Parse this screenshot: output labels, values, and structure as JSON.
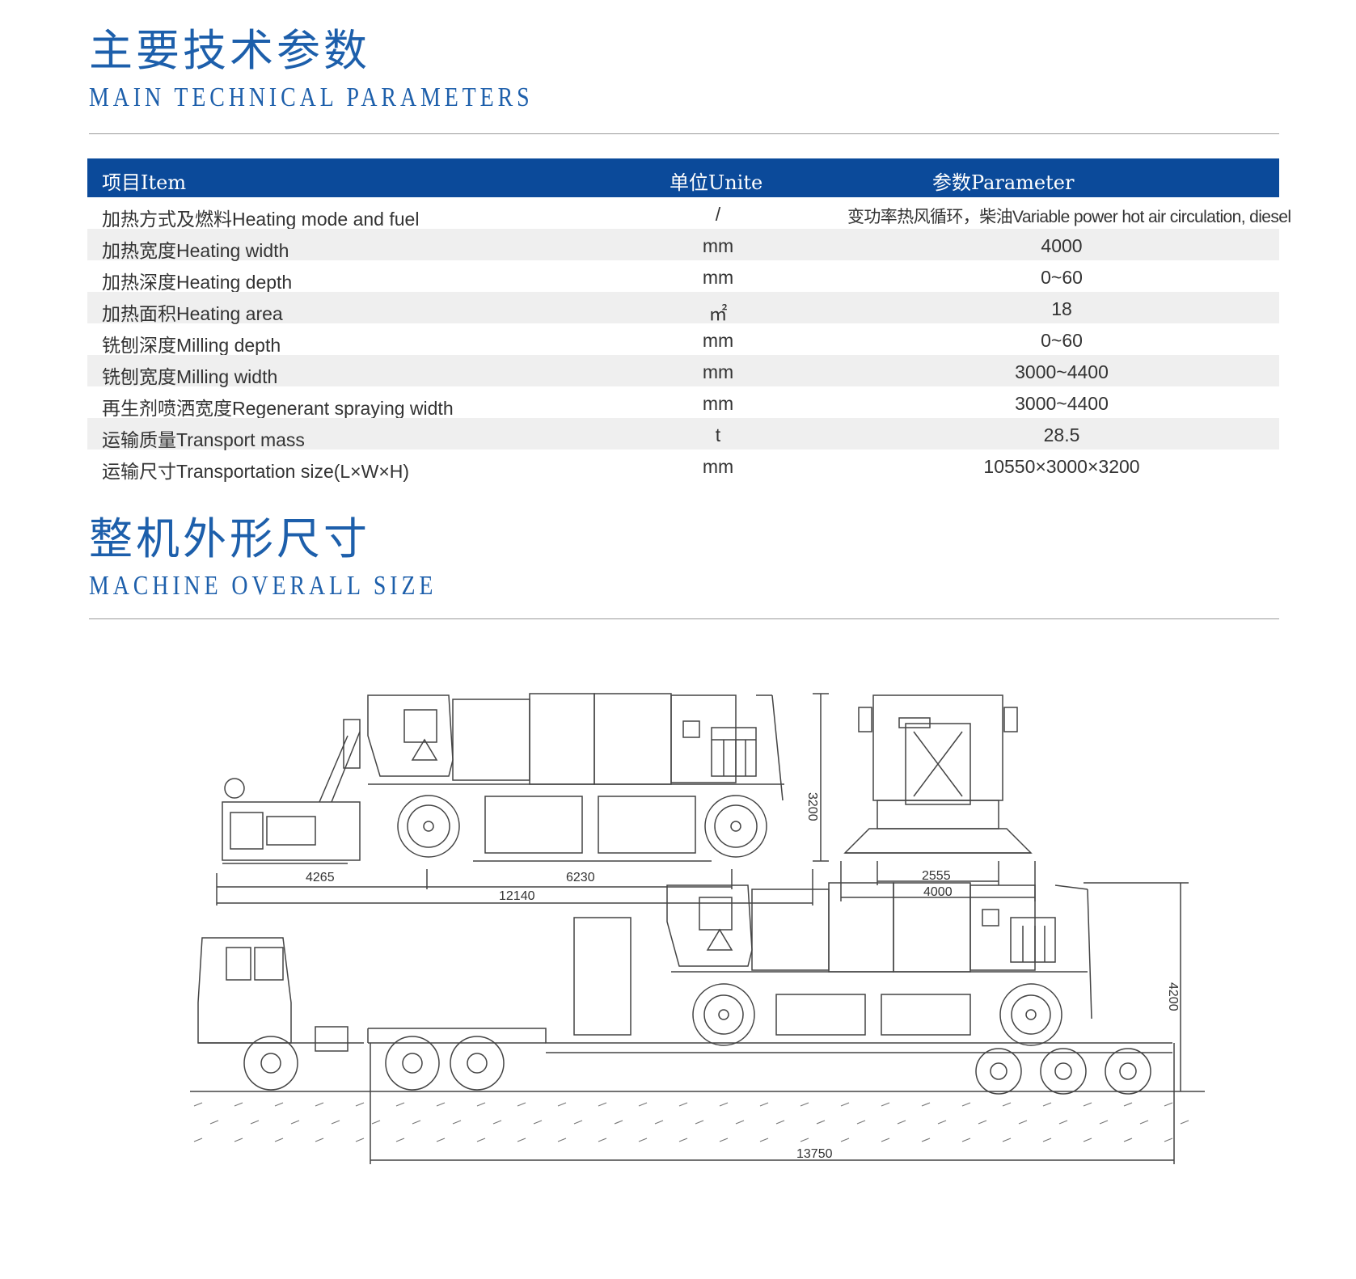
{
  "section1": {
    "title_cn": "主要技术参数",
    "title_en": "MAIN TECHNICAL PARAMETERS"
  },
  "table": {
    "headers": {
      "item": "项目Item",
      "unit": "单位Unite",
      "param": "参数Parameter"
    },
    "rows": [
      {
        "item": "加热方式及燃料Heating mode and fuel",
        "unit": "/",
        "param": "变功率热风循环，柴油Variable power hot air circulation, diesel"
      },
      {
        "item": "加热宽度Heating width",
        "unit": "mm",
        "param": "4000"
      },
      {
        "item": "加热深度Heating depth",
        "unit": "mm",
        "param": "0~60"
      },
      {
        "item": "加热面积Heating area",
        "unit": "㎡",
        "param": "18"
      },
      {
        "item": "铣刨深度Milling depth",
        "unit": "mm",
        "param": "0~60"
      },
      {
        "item": "铣刨宽度Milling width",
        "unit": "mm",
        "param": "3000~4400"
      },
      {
        "item": "再生剂喷洒宽度Regenerant spraying width",
        "unit": "mm",
        "param": "3000~4400"
      },
      {
        "item": "运输质量Transport mass",
        "unit": "t",
        "param": "28.5"
      },
      {
        "item": "运输尺寸Transportation size(L×W×H)",
        "unit": "mm",
        "param": "10550×3000×3200"
      }
    ]
  },
  "section2": {
    "title_cn": "整机外形尺寸",
    "title_en": "MACHINE OVERALL SIZE"
  },
  "drawing": {
    "dims": {
      "front_axle": "4265",
      "wheelbase": "6230",
      "overall_length": "12140",
      "height": "3200",
      "track": "2555",
      "overall_width": "4000",
      "transport_height": "4200",
      "transport_length": "13750"
    }
  },
  "colors": {
    "accent": "#1d5fab",
    "header_bg": "#0b4a9a",
    "row_shade": "#efefef"
  }
}
